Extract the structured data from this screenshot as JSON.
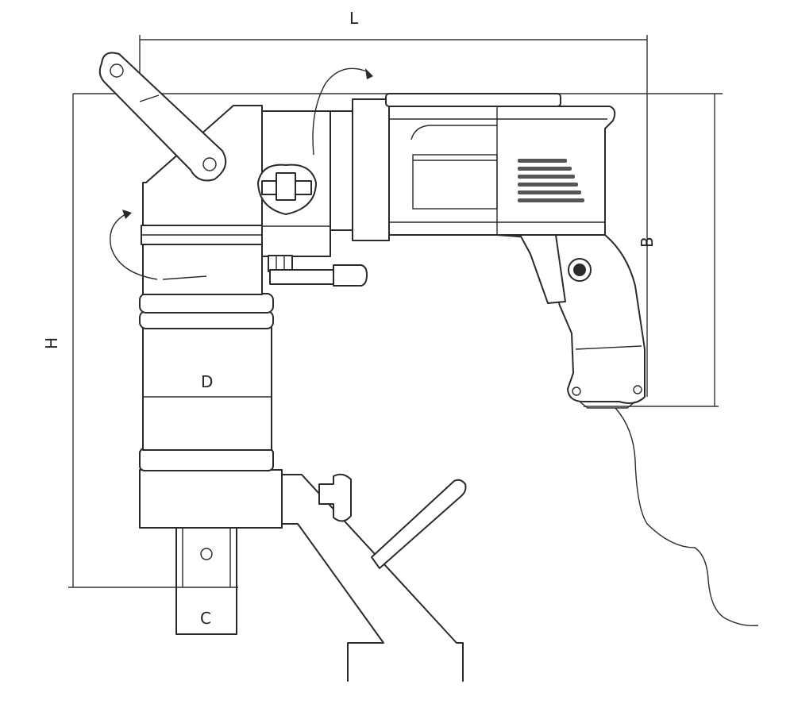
{
  "diagram": {
    "labels": {
      "length": "L",
      "height": "H",
      "width_b": "B",
      "diameter": "D",
      "square_drive": "C"
    }
  },
  "colors": {
    "line": "#2a2a2a",
    "background": "#ffffff"
  }
}
